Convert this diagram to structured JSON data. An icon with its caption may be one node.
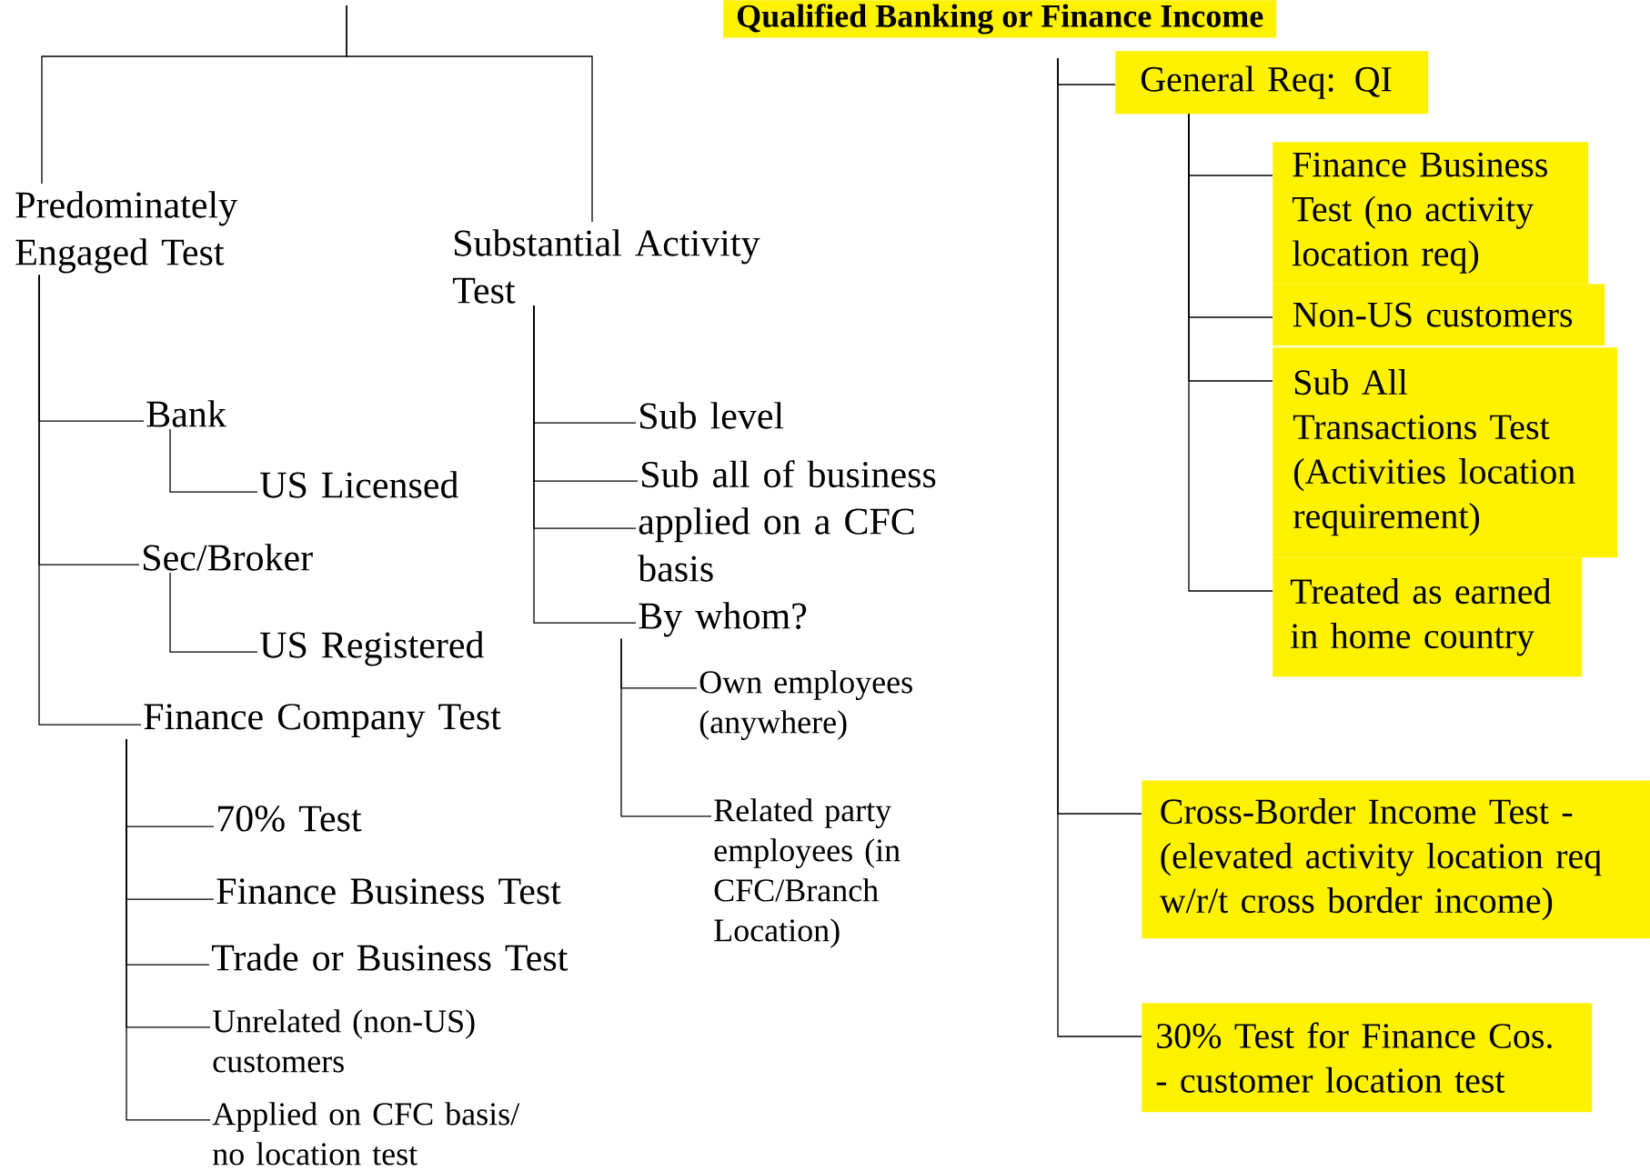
{
  "diagram": {
    "title": "Qualified Banking or Finance Income",
    "nodes": [
      {
        "text": [
          "Predominately Engaged Test"
        ]
      },
      {
        "text": [
          "Substantial Activity Test"
        ]
      },
      {
        "text": [
          "Bank"
        ]
      },
      {
        "text": [
          "US Licensed"
        ]
      },
      {
        "text": [
          "Sec/Broker"
        ]
      },
      {
        "text": [
          "US Registered"
        ]
      },
      {
        "text": [
          "Finance Company Test"
        ]
      },
      {
        "text": [
          "70% Test"
        ]
      },
      {
        "text": [
          "Finance Business Test"
        ]
      },
      {
        "text": [
          "Trade or Business Test"
        ]
      },
      {
        "text": [
          "Unrelated (non-US) customers"
        ]
      },
      {
        "text": [
          "Applied on CFC basis/ no location test"
        ]
      },
      {
        "text": [
          "Sub level"
        ]
      },
      {
        "text": [
          "Sub all of business"
        ]
      },
      {
        "text": [
          "applied on a CFC basis"
        ]
      },
      {
        "text": [
          "By whom?"
        ]
      },
      {
        "text": [
          "Own employees (anywhere)"
        ]
      },
      {
        "text": [
          "Related party employees (in CFC/Branch Location)"
        ]
      },
      {
        "text": [
          "General Req: QI"
        ]
      },
      {
        "text": [
          "Finance Business Test (no activity location req)"
        ]
      },
      {
        "text": [
          "Non-US customers"
        ]
      },
      {
        "text": [
          "Sub All Transactions Test (Activities location requirement)"
        ]
      },
      {
        "text": [
          "Treated as earned in home country"
        ]
      },
      {
        "text": [
          "Cross-Border Income Test - (elevated activity location req w/r/t cross border income)"
        ]
      },
      {
        "text": [
          "30% Test for Finance Cos. - customer location test"
        ]
      }
    ],
    "edges": [
      {
        "from": null,
        "to": 0,
        "arrow": "none"
      },
      {
        "from": null,
        "to": 1,
        "arrow": "none"
      },
      {
        "from": 0,
        "to": 2,
        "arrow": "none"
      },
      {
        "from": 0,
        "to": 4,
        "arrow": "none"
      },
      {
        "from": 0,
        "to": 6,
        "arrow": "none"
      },
      {
        "from": 2,
        "to": 3,
        "arrow": "none"
      },
      {
        "from": 4,
        "to": 5,
        "arrow": "none"
      },
      {
        "from": 6,
        "to": 7,
        "arrow": "none"
      },
      {
        "from": 6,
        "to": 8,
        "arrow": "none"
      },
      {
        "from": 6,
        "to": 9,
        "arrow": "none"
      },
      {
        "from": 6,
        "to": 10,
        "arrow": "none"
      },
      {
        "from": 6,
        "to": 11,
        "arrow": "none"
      },
      {
        "from": 1,
        "to": 12,
        "arrow": "none"
      },
      {
        "from": 1,
        "to": 13,
        "arrow": "none"
      },
      {
        "from": 1,
        "to": 14,
        "arrow": "none"
      },
      {
        "from": 1,
        "to": 15,
        "arrow": "none"
      },
      {
        "from": 15,
        "to": 16,
        "arrow": "none"
      },
      {
        "from": 15,
        "to": 17,
        "arrow": "none"
      },
      {
        "from": null,
        "to": 18,
        "arrow": "none"
      },
      {
        "from": null,
        "to": 23,
        "arrow": "none"
      },
      {
        "from": null,
        "to": 24,
        "arrow": "none"
      },
      {
        "from": 18,
        "to": 19,
        "arrow": "none"
      },
      {
        "from": 18,
        "to": 20,
        "arrow": "none"
      },
      {
        "from": 18,
        "to": 21,
        "arrow": "none"
      },
      {
        "from": 18,
        "to": 22,
        "arrow": "none"
      }
    ]
  }
}
